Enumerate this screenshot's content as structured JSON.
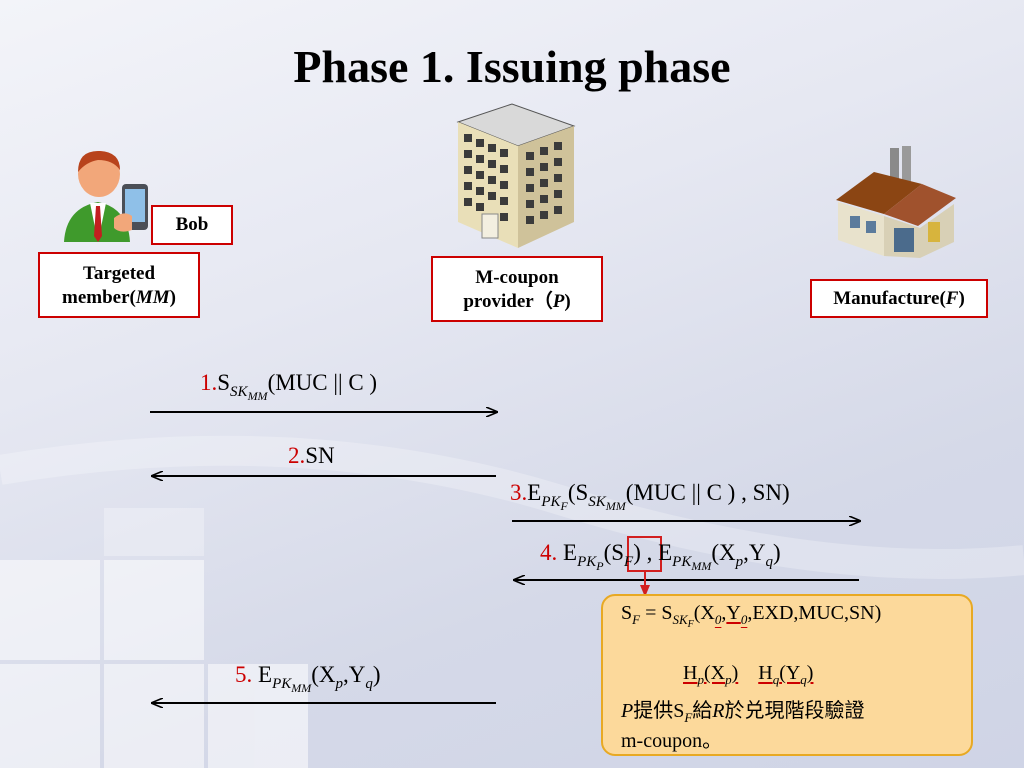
{
  "title": "Phase 1. Issuing phase",
  "entities": {
    "bob": "Bob",
    "member_line1": "Targeted",
    "member_line2": "member(",
    "member_abbr": "MM",
    "member_close": ")",
    "provider_line1": "M-coupon",
    "provider_line2": "provider（",
    "provider_abbr": "P",
    "provider_close": ")",
    "manufacture": "Manufacture(",
    "manufacture_abbr": "F",
    "manufacture_close": ")"
  },
  "messages": {
    "m1": {
      "num": "1.",
      "pre": "S",
      "sub": "SK",
      "subsub": "MM",
      "post": "(MUC || C )"
    },
    "m2": {
      "num": "2.",
      "text": "SN"
    },
    "m3": {
      "num": "3.",
      "e": "E",
      "esub": "PK",
      "esubsub": "F",
      "open": "(S",
      "ssub": "SK",
      "ssubsub": "MM",
      "post": "(MUC || C ) , SN)"
    },
    "m4": {
      "num": "4.",
      "e": " E",
      "esub": "PK",
      "esubsub": "P",
      "mid": "(S",
      "fsub": "F",
      "close": ") , E",
      "e2sub": "PK",
      "e2subsub": "MM",
      "xy": "(X",
      "xsub": "p",
      "comma": ",Y",
      "ysub": "q",
      "end": ")"
    },
    "m5": {
      "num": "5.",
      "e": " E",
      "esub": "PK",
      "esubsub": "MM",
      "xy": "(X",
      "xsub": "p",
      "comma": ",Y",
      "ysub": "q",
      "end": ")"
    }
  },
  "note": {
    "l1_a": "S",
    "l1_fsub": "F",
    "l1_eq": " = S",
    "l1_sk": "SK",
    "l1_sksub": "F",
    "l1_x": "(X",
    "l1_x0": "0",
    "l1_comma": ",",
    "l1_y": "Y",
    "l1_y0": "0",
    "l1_rest": ",EXD,MUC,SN)",
    "hp": "H",
    "hp_sub": "p",
    "hp_arg": "(X",
    "hp_argsub": "p",
    "hp_end": ")",
    "hq": "H",
    "hq_sub": "q",
    "hq_arg": "(Y",
    "hq_argsub": "q",
    "hq_end": ")",
    "l3_p": "P",
    "l3_a": "提供S",
    "l3_fsub": "F",
    "l3_b": "給",
    "l3_r": "R",
    "l3_c": "於兑現階段驗證",
    "l4": "m-coupon。"
  },
  "icons": [
    "person-with-phone-icon",
    "office-building-icon",
    "factory-icon"
  ],
  "colors": {
    "accent_red": "#c00000",
    "note_fill": "#fcd99b",
    "note_border": "#e8a923"
  }
}
